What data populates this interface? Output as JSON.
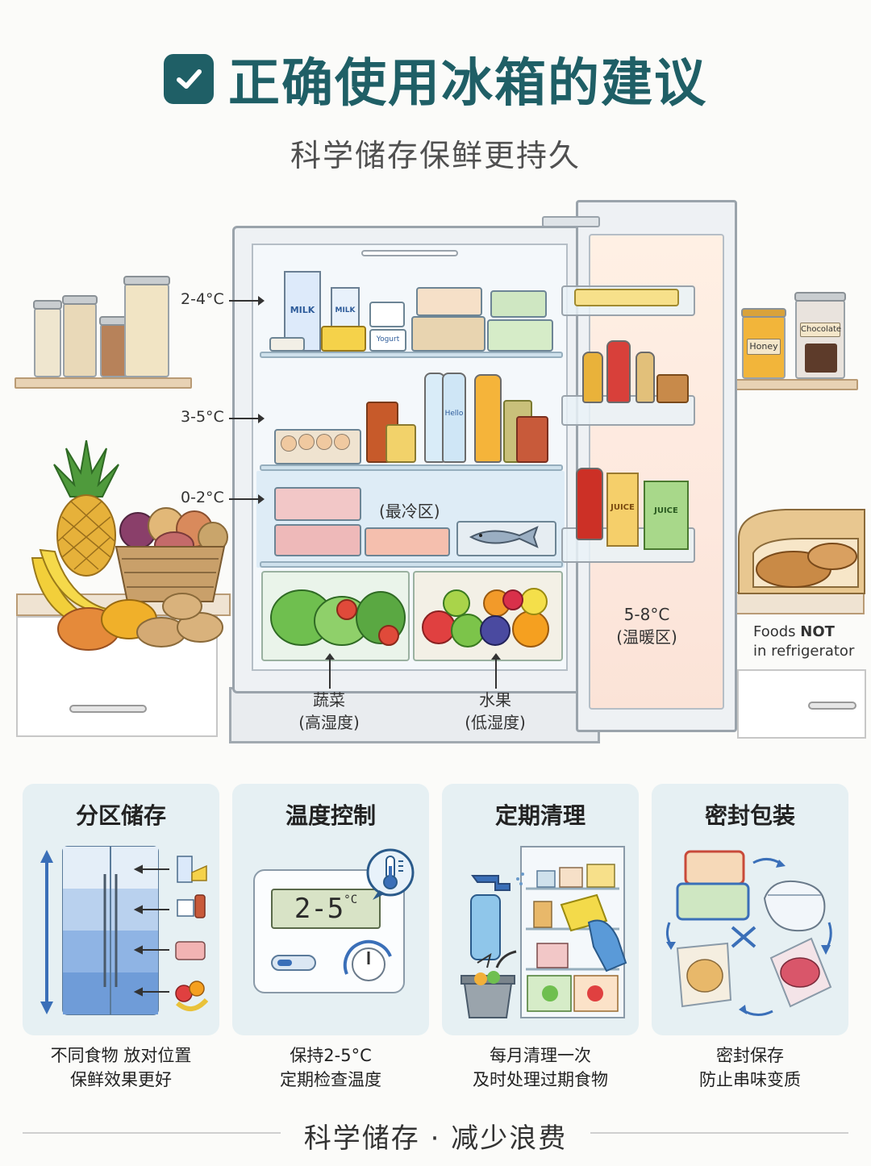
{
  "header": {
    "title": "正确使用冰箱的建议",
    "subtitle": "科学储存保鲜更持久"
  },
  "fridge": {
    "shelf_temps": [
      {
        "label": "2-4°C"
      },
      {
        "label": "3-5°C"
      },
      {
        "label": "0-2°C"
      }
    ],
    "coldest_zone_note": "(最冷区)",
    "door_temp": "5-8°C",
    "door_zone_note": "(温暖区)",
    "drawers": [
      {
        "name": "蔬菜",
        "note": "(高湿度)"
      },
      {
        "name": "水果",
        "note": "(低湿度)"
      }
    ],
    "packaging_text": {
      "milk": "MILK",
      "milk2": "MILK",
      "yogurt": "Yogurt",
      "water": "Hello",
      "juice": "JUICE",
      "juice2": "JUICE",
      "honey": "Honey",
      "chocolate": "Chocolate"
    }
  },
  "outside": {
    "foods_not_line1_prefix": "Foods ",
    "foods_not_line1_bold": "NOT",
    "foods_not_line2": "in refrigerator"
  },
  "cards": [
    {
      "title": "分区储存",
      "caption_line1": "不同食物 放对位置",
      "caption_line2": "保鲜效果更好"
    },
    {
      "title": "温度控制",
      "caption_line1": "保持2-5°C",
      "caption_line2": "定期检查温度",
      "display": "2-5",
      "display_unit": "°C"
    },
    {
      "title": "定期清理",
      "caption_line1": "每月清理一次",
      "caption_line2": "及时处理过期食物"
    },
    {
      "title": "密封包装",
      "caption_line1": "密封保存",
      "caption_line2": "防止串味变质"
    }
  ],
  "footer": {
    "text": "科学储存 · 减少浪费"
  },
  "colors": {
    "accent": "#1f5f66",
    "card_bg": "#e6f0f3",
    "door_warm": "#fde8de",
    "cold_zone": "#d9eaf5"
  }
}
